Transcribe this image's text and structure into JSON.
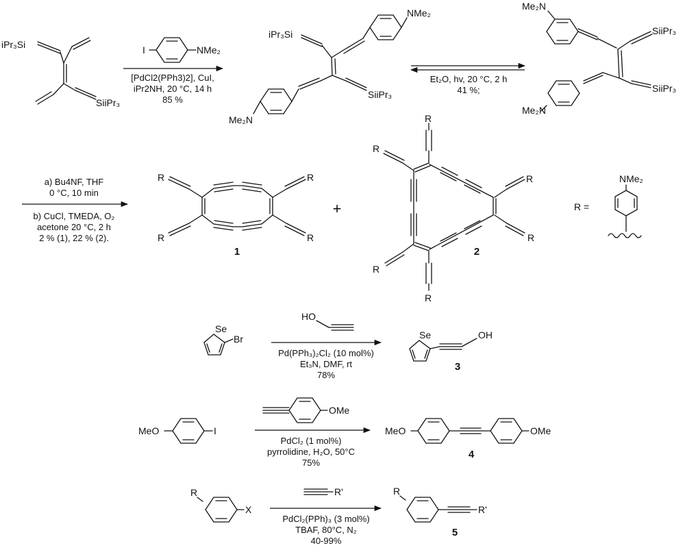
{
  "reaction1": {
    "tips_start": "iPr₃Si",
    "tips_end": "SiiPr₃",
    "iodide_I": "I",
    "iodide_amine": "NMe₂",
    "cond_line1": "[PdCl2(PPh3)2], CuI,",
    "cond_line2": "iPr2NH, 20 °C, 14 h",
    "cond_line3": "85 %",
    "prod_amine_top": "NMe₂",
    "prod_amine_bottom": "Me₂N",
    "prod_tips_top": "iPr₃Si",
    "prod_tips_bottom": "SiiPr₃"
  },
  "reaction2": {
    "cond_line1": "Et₂O, hv, 20 °C, 2 h",
    "cond_line2": "41 %;",
    "prod_amine_top": "Me₂N",
    "prod_amine_bottom": "Me₂N",
    "prod_tips_top": "SiiPr₃",
    "prod_tips_bottom": "SiiPr₃"
  },
  "reaction3": {
    "cond_a_line1": "a) Bu4NF, THF",
    "cond_a_line2": "0 °C, 10 min",
    "cond_b_line1": "b) CuCl, TMEDA, O₂",
    "cond_b_line2": "acetone 20 °C, 2 h",
    "cond_b_line3": "2 % (1), 22 % (2).",
    "r": "R",
    "plus": "+",
    "label1": "1",
    "label2": "2",
    "r_def": "R =",
    "r_amine": "NMe₂"
  },
  "reaction4": {
    "se": "Se",
    "br": "Br",
    "reagent_oh": "HO",
    "cond_line1": "Pd(PPh₃)₂Cl₂ (10 mol%)",
    "cond_line2": "Et₃N, DMF, rt",
    "cond_line3": "78%",
    "prod_se": "Se",
    "prod_oh": "OH",
    "label": "3"
  },
  "reaction5": {
    "start_meo": "MeO",
    "start_i": "I",
    "reagent_ome": "OMe",
    "cond_line1": "PdCl₂ (1 mol%)",
    "cond_line2": "pyrrolidine, H₂O, 50°C",
    "cond_line3": "75%",
    "prod_meo": "MeO",
    "prod_ome": "OMe",
    "label": "4"
  },
  "reaction6": {
    "start_r": "R",
    "start_x": "X",
    "reagent_r": "R'",
    "cond_line1": "PdCl₂(PPh)₃ (3 mol%)",
    "cond_line2": "TBAF, 80°C, N₂",
    "cond_line3": "40-99%",
    "prod_r": "R",
    "prod_rprime": "R'",
    "label": "5"
  }
}
